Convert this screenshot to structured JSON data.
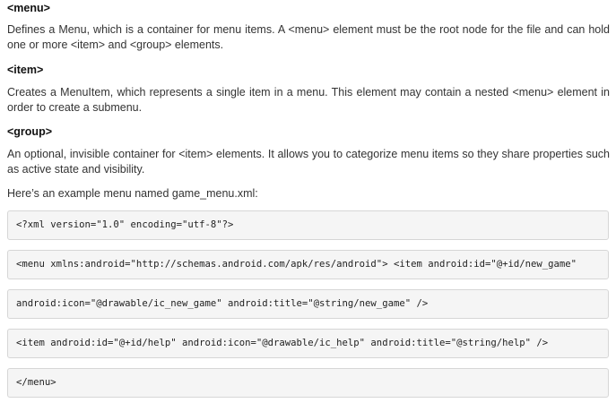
{
  "sections": [
    {
      "term": "<menu>",
      "description": "Defines a Menu, which is a container for menu items. A <menu> element must be the root node for the file and can hold one or more <item> and <group> elements."
    },
    {
      "term": "<item>",
      "description": "Creates a MenuItem, which represents a single item in a menu. This element may contain a nested <menu> element in order to create a submenu."
    },
    {
      "term": "<group>",
      "description": "An optional, invisible container for <item> elements. It allows you to categorize menu items so they share properties such as active state and visibility."
    }
  ],
  "example_intro": "Here’s an example menu named game_menu.xml:",
  "code_lines": [
    "<?xml version=\"1.0\" encoding=\"utf-8\"?>",
    "<menu xmlns:android=\"http://schemas.android.com/apk/res/android\"> <item android:id=\"@+id/new_game\"",
    "android:icon=\"@drawable/ic_new_game\" android:title=\"@string/new_game\" />",
    "<item android:id=\"@+id/help\" android:icon=\"@drawable/ic_help\" android:title=\"@string/help\" />",
    "</menu>"
  ]
}
